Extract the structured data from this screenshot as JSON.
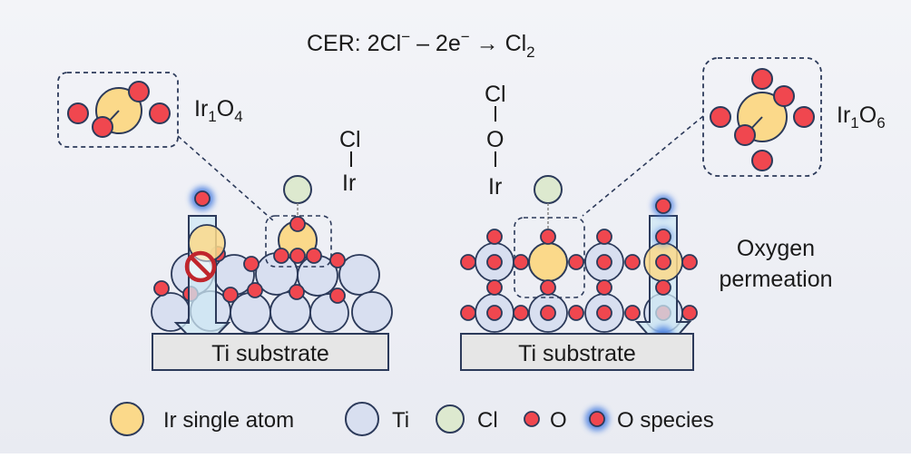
{
  "equation": {
    "prefix": "CER: 2Cl",
    "sup1": "−",
    "mid": " – 2e",
    "sup2": "−",
    "arrow": " → Cl",
    "sub": "2"
  },
  "left": {
    "label_main": "Ir",
    "label_sub1": "1",
    "label_o": "O",
    "label_sub2": "4",
    "stack": {
      "top": "Cl",
      "bottom": "Ir"
    },
    "substrate": "Ti substrate"
  },
  "right": {
    "label_main": "Ir",
    "label_sub1": "1",
    "label_o": "O",
    "label_sub2": "6",
    "stack": {
      "top": "Cl",
      "middle": "O",
      "bottom": "Ir"
    },
    "substrate": "Ti substrate",
    "permeation_line1": "Oxygen",
    "permeation_line2": "permeation"
  },
  "legend": {
    "ir": "Ir single atom",
    "ti": "Ti",
    "cl": "Cl",
    "o": "O",
    "o_species": "O species"
  },
  "colors": {
    "background": "#eef0f6",
    "ir_fill": "#fbd98a",
    "ti_fill": "#d8dff0",
    "cl_fill": "#dde9cf",
    "o_fill": "#f0474f",
    "glow": "#4a7fe0",
    "arrow_fill": "#cfe8f4",
    "forbid": "#c0262d",
    "outline": "#2c3a5a",
    "substrate_fill": "#e6e6e6"
  }
}
